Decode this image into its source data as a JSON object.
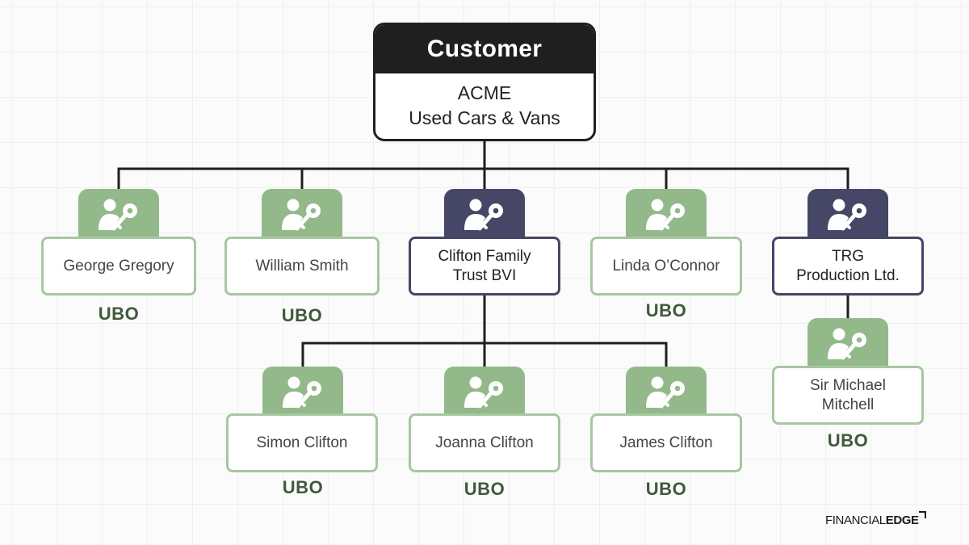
{
  "root": {
    "header": "Customer",
    "name_line1": "ACME",
    "name_line2": "Used Cars & Vans"
  },
  "tier1": [
    {
      "name_line1": "George Gregory",
      "name_line2": "",
      "label": "UBO",
      "type": "person",
      "color": "#93b98b"
    },
    {
      "name_line1": "William Smith",
      "name_line2": "",
      "label": "UBO",
      "type": "person",
      "color": "#93b98b"
    },
    {
      "name_line1": "Clifton Family",
      "name_line2": "Trust BVI",
      "label": "",
      "type": "entity",
      "color": "#464766"
    },
    {
      "name_line1": "Linda O’Connor",
      "name_line2": "",
      "label": "UBO",
      "type": "person",
      "color": "#93b98b"
    },
    {
      "name_line1": "TRG",
      "name_line2": "Production Ltd.",
      "label": "",
      "type": "entity",
      "color": "#464766"
    }
  ],
  "tier2": [
    {
      "name_line1": "Simon Clifton",
      "name_line2": "",
      "label": "UBO",
      "type": "person",
      "color": "#93b98b"
    },
    {
      "name_line1": "Joanna Clifton",
      "name_line2": "",
      "label": "UBO",
      "type": "person",
      "color": "#93b98b"
    },
    {
      "name_line1": "James Clifton",
      "name_line2": "",
      "label": "UBO",
      "type": "person",
      "color": "#93b98b"
    },
    {
      "name_line1": "Sir Michael",
      "name_line2": "Mitchell",
      "label": "UBO",
      "type": "person",
      "color": "#93b98b"
    }
  ],
  "icons": {
    "node_icon": "person-key-icon"
  },
  "logo": {
    "text_light": "FINANCIAL",
    "text_bold": "EDGE"
  }
}
